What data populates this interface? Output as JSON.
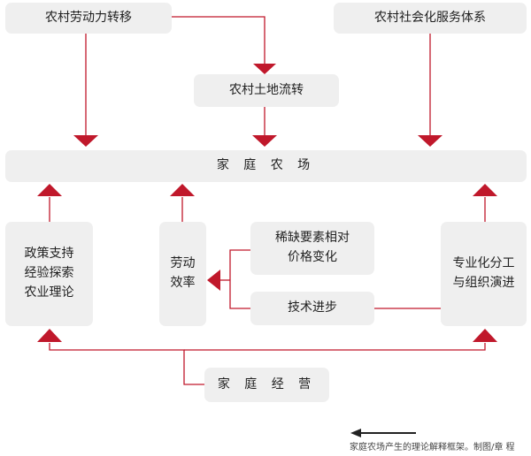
{
  "diagram": {
    "boxes": {
      "rural_labor_transfer": "农村劳动力转移",
      "rural_social_service": "农村社会化服务体系",
      "rural_land_transfer": "农村土地流转",
      "family_farm": "家 庭 农 场",
      "policy_experience_theory": "政策支持\n经验探索\n农业理论",
      "labor_efficiency": "劳动\n效率",
      "relative_factor_price_change": "稀缺要素相对\n价格变化",
      "technological_progress": "技术进步",
      "specialization_organization": "专业化分工\n与组织演进",
      "family_management": "家 庭 经 营"
    },
    "colors": {
      "arrow": "#c0182b",
      "box_fill": "#efefef",
      "text": "#1f1f1f"
    }
  },
  "caption": "家庭农场产生的理论解释框架。制图/章 程"
}
